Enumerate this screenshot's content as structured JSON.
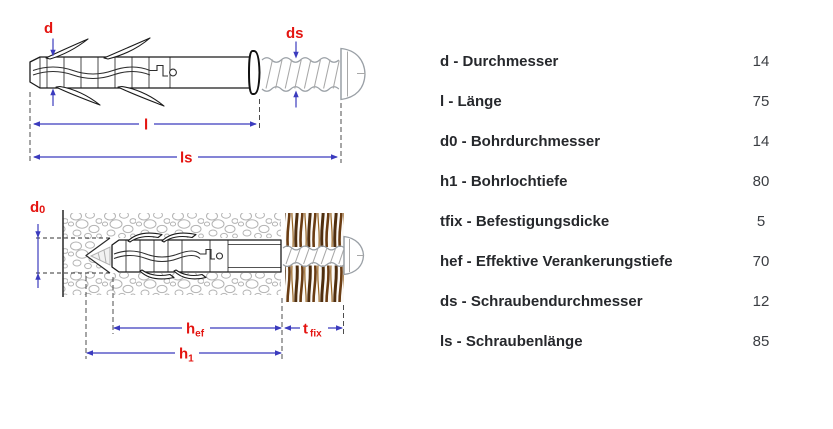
{
  "table": {
    "rows": [
      {
        "label": "d - Durchmesser",
        "value": "14"
      },
      {
        "label": "l - Länge",
        "value": "75"
      },
      {
        "label": "d0 - Bohrdurchmesser",
        "value": "14"
      },
      {
        "label": "h1 - Bohrlochtiefe",
        "value": "80"
      },
      {
        "label": "tfix - Befestigungsdicke",
        "value": "5"
      },
      {
        "label": "hef - Effektive Verankerungstiefe",
        "value": "70"
      },
      {
        "label": "ds - Schraubendurchmesser",
        "value": "12"
      },
      {
        "label": "ls - Schraubenlänge",
        "value": "85"
      }
    ]
  },
  "diagram": {
    "top": {
      "labels": {
        "d": "d",
        "ds": "ds",
        "l": "l",
        "ls": "ls"
      }
    },
    "bottom": {
      "labels": {
        "d0_base": "d",
        "d0_sub": "0",
        "hef_base": "h",
        "hef_sub": "ef",
        "tfix_base": "t",
        "tfix_sub": "fix",
        "h1_base": "h",
        "h1_sub": "1"
      }
    }
  },
  "colors": {
    "dimension_label_red": "#e41410",
    "dimension_line_blue": "#3b3bbe",
    "drawing_outline": "#1b1b1b",
    "screw_gray": "#9aa0a6",
    "stone_gray": "#b4b4b4",
    "wood_dark_brown": "#4f2e0e",
    "wood_mid_brown": "#6a3c12",
    "wood_light_brown": "#96621f",
    "background": "#ffffff"
  }
}
